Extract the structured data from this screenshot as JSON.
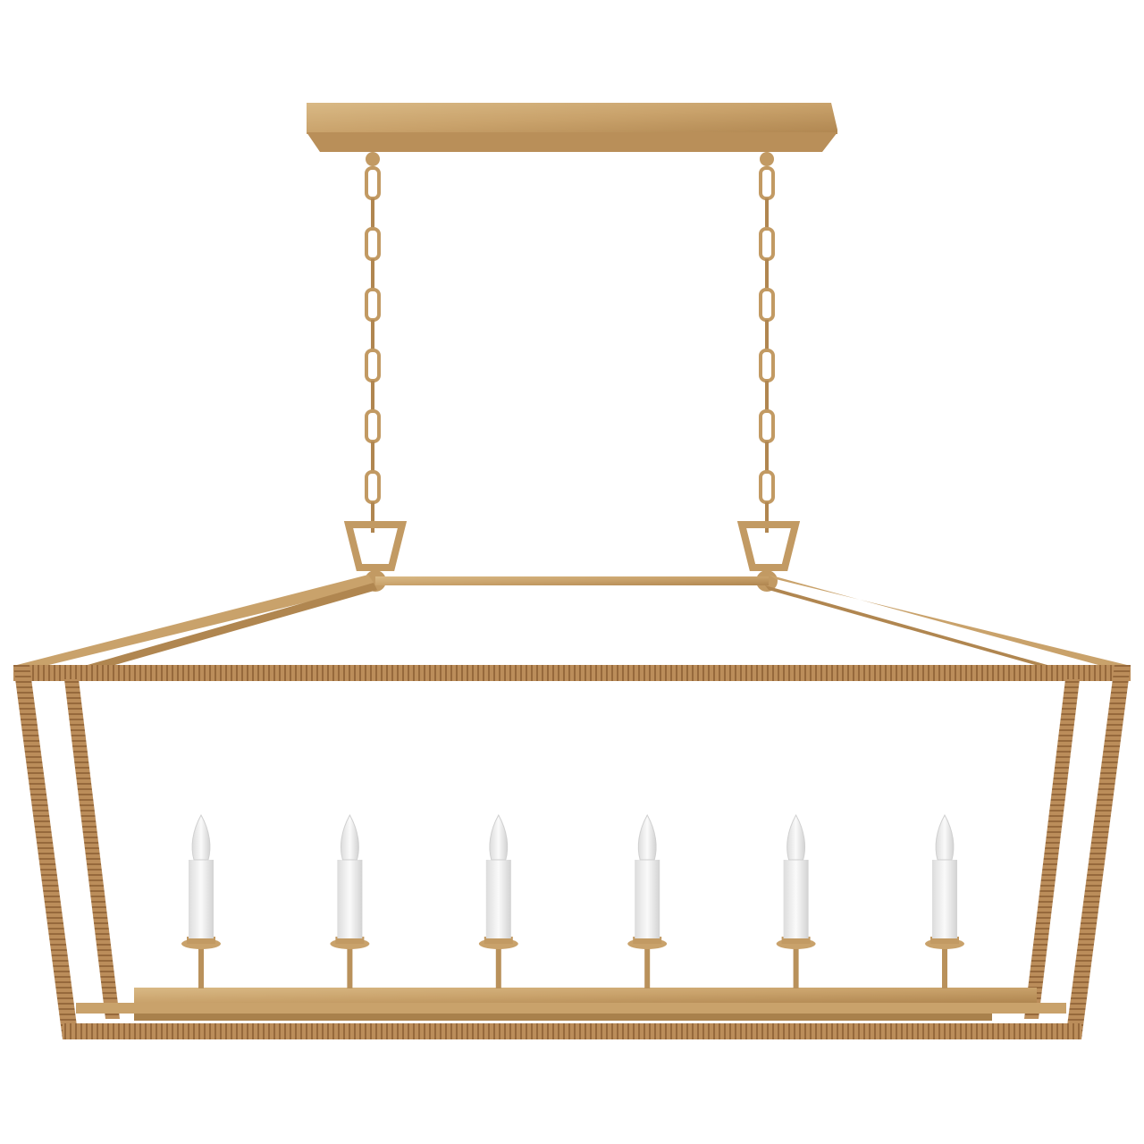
{
  "image": {
    "subject": "linear-lantern-chandelier",
    "candle_count": 6,
    "chain_count": 2
  },
  "colors": {
    "background": "#ffffff",
    "gilded_metal": "#c9a26b",
    "gilded_metal_dark": "#a9814c",
    "rattan_wrap": "#b88a57",
    "rattan_wrap_dark": "#94683b",
    "candle_sleeve": "#eeeeee",
    "candle_bulb": "#f6f6f6"
  }
}
